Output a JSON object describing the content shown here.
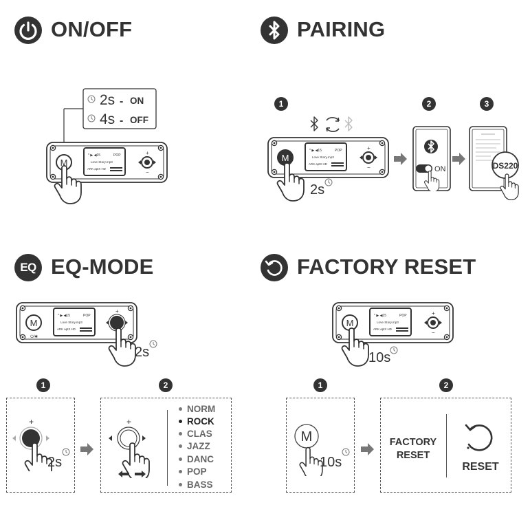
{
  "onoff": {
    "title": "ON/OFF",
    "hold_on": "2s",
    "state_on": "ON",
    "hold_off": "4s",
    "state_off": "OFF",
    "icon": "power-icon"
  },
  "pairing": {
    "title": "PAIRING",
    "icon": "bluetooth-icon",
    "steps": [
      "1",
      "2",
      "3"
    ],
    "hold": "2s",
    "toggle_label": "ON",
    "device_name": "DS220"
  },
  "eqmode": {
    "title": "EQ-MODE",
    "icon_label": "EQ",
    "hold": "2s",
    "steps": [
      "1",
      "2"
    ],
    "step1_hold": "2s",
    "modes": [
      "NORM",
      "ROCK",
      "CLAS",
      "JAZZ",
      "DANC",
      "POP",
      "BASS"
    ],
    "selected_mode": "ROCK"
  },
  "reset": {
    "title": "FACTORY RESET",
    "icon": "reset-icon",
    "hold": "10s",
    "steps": [
      "1",
      "2"
    ],
    "step1_hold": "10s",
    "factory_line1": "FACTORY",
    "factory_line2": "RESET",
    "reset_label": "RESET"
  },
  "device": {
    "mode_button": "M",
    "track": "Love Story.mp3",
    "eq_tag": "POP",
    "volume": "15"
  },
  "colors": {
    "ink": "#333333",
    "arrow": "#777777",
    "line": "#555555"
  }
}
